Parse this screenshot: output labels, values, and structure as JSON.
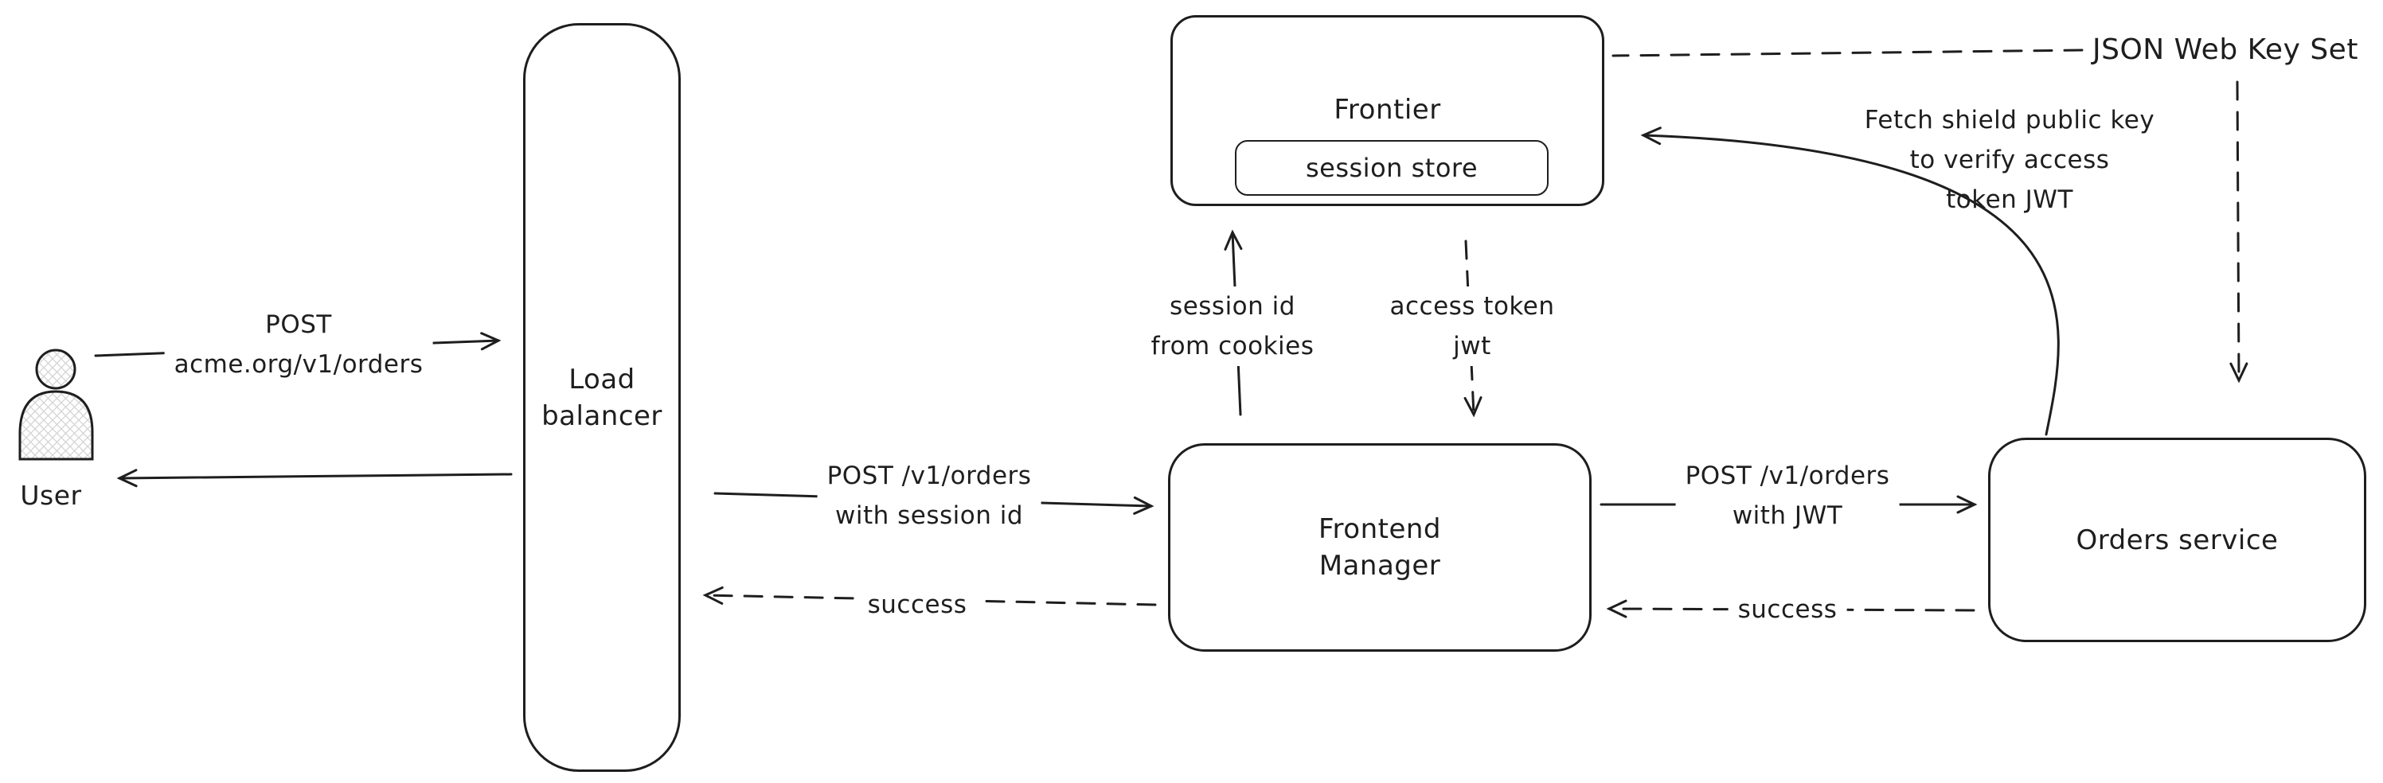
{
  "theme": {
    "stroke": "#1e1e1e",
    "text": "#1e1e1e",
    "background": "#ffffff",
    "hatch": "#d4d4d4"
  },
  "nodes": {
    "user": {
      "label": "User"
    },
    "load_balancer": {
      "line1": "Load",
      "line2": "balancer"
    },
    "frontier": {
      "label": "Frontier",
      "session_store_label": "session store"
    },
    "frontend_manager": {
      "line1": "Frontend",
      "line2": "Manager"
    },
    "orders_service": {
      "label": "Orders service"
    },
    "json_web_key_set": {
      "label": "JSON Web Key Set"
    }
  },
  "edges": {
    "user_to_load_balancer": {
      "line1": "POST",
      "line2": "acme.org/v1/orders",
      "style": "solid"
    },
    "load_balancer_to_user": {
      "style": "solid"
    },
    "load_balancer_to_frontend_manager": {
      "line1": "POST /v1/orders",
      "line2": "with session id",
      "style": "solid"
    },
    "frontend_manager_to_load_balancer": {
      "label": "success",
      "style": "dashed"
    },
    "frontend_manager_to_frontier": {
      "line1": "session id",
      "line2": "from cookies",
      "style": "solid"
    },
    "frontier_to_frontend_manager": {
      "line1": "access token",
      "line2": "jwt",
      "style": "dashed"
    },
    "frontend_manager_to_orders_service": {
      "line1": "POST /v1/orders",
      "line2": "with JWT",
      "style": "solid"
    },
    "orders_service_to_frontend_manager": {
      "label": "success",
      "style": "dashed"
    },
    "orders_service_to_frontier": {
      "line1": "Fetch shield public key",
      "line2": "to verify access",
      "line3": "token JWT",
      "style": "solid"
    },
    "jwks_to_frontier": {
      "style": "dashed"
    },
    "jwks_to_orders_service": {
      "style": "dashed"
    }
  }
}
